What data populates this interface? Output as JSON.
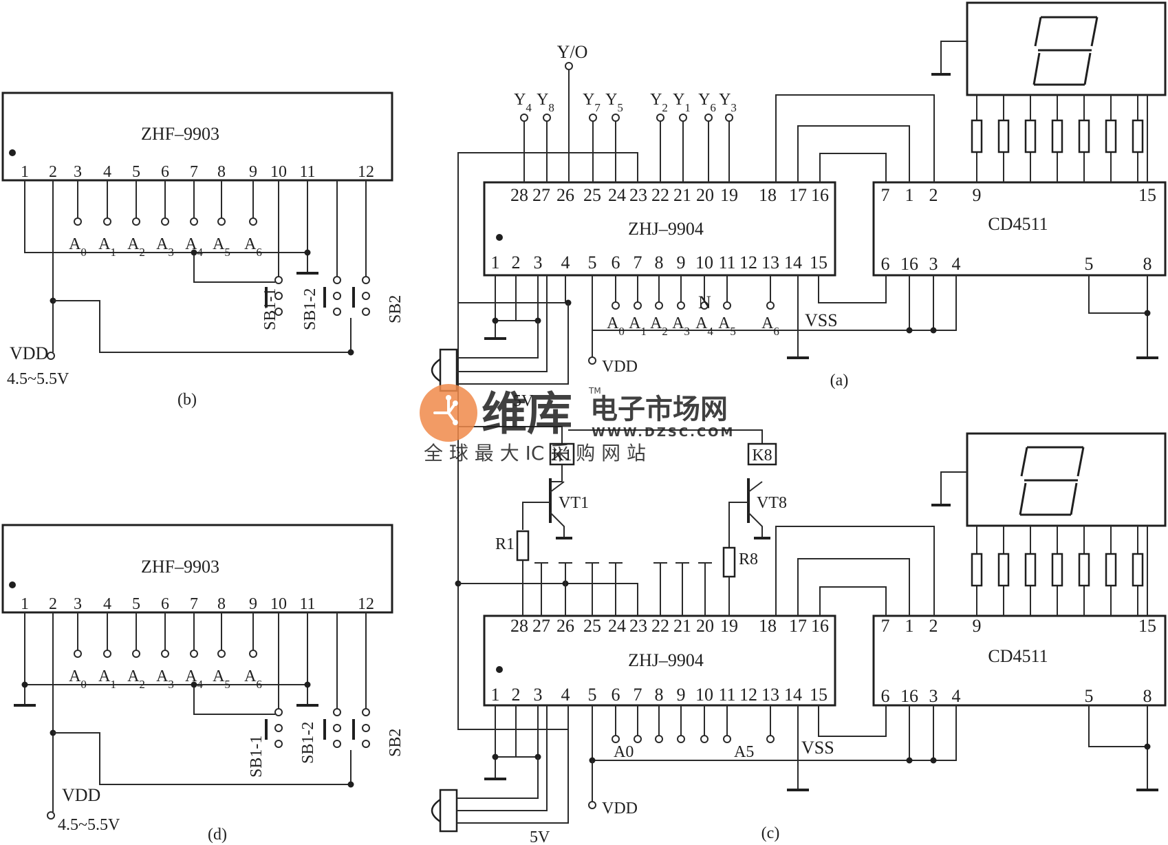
{
  "colors": {
    "ink": "#1f1f1f",
    "watermark": "#f08a4b",
    "paper": "#ffffff"
  },
  "panels": {
    "b": {
      "caption": "(b)",
      "chip": "ZHF–9903",
      "pins": [
        "1",
        "2",
        "3",
        "4",
        "5",
        "6",
        "7",
        "8",
        "9",
        "10",
        "11",
        "12"
      ],
      "inputs": [
        "A0",
        "A1",
        "A2",
        "A3",
        "A4",
        "A5",
        "A6"
      ],
      "switches": [
        "SB1-1",
        "SB1-2",
        "SB2"
      ],
      "supply": "VDD",
      "voltage": "4.5~5.5V"
    },
    "d": {
      "caption": "(d)",
      "chip": "ZHF–9903",
      "pins": [
        "1",
        "2",
        "3",
        "4",
        "5",
        "6",
        "7",
        "8",
        "9",
        "10",
        "11",
        "12"
      ],
      "inputs": [
        "A0",
        "A1",
        "A2",
        "A3",
        "A4",
        "A5",
        "A6"
      ],
      "switches": [
        "SB1-1",
        "SB1-2",
        "SB2"
      ],
      "supply": "VDD",
      "voltage": "4.5~5.5V"
    },
    "a": {
      "caption": "(a)",
      "chip": "ZHJ–9904",
      "decoder": "CD4511",
      "io": "Y/O",
      "outputs": [
        "Y4",
        "Y8",
        "Y7",
        "Y5",
        "Y2",
        "Y1",
        "Y6",
        "Y3"
      ],
      "top_pins": [
        "28",
        "27",
        "26",
        "25",
        "24",
        "23",
        "22",
        "21",
        "20",
        "19",
        "18",
        "17",
        "16"
      ],
      "bottom_pins": [
        "1",
        "2",
        "3",
        "4",
        "5",
        "6",
        "7",
        "8",
        "9",
        "10",
        "11",
        "12",
        "13",
        "14",
        "15"
      ],
      "inputs": [
        "A0",
        "A1",
        "A2",
        "A3",
        "A4",
        "A5",
        "A6"
      ],
      "n_label": "N",
      "vss": "VSS",
      "vdd": "VDD",
      "supply": "5V",
      "decoder_top_pins": [
        "7",
        "1",
        "2",
        "9",
        "15"
      ],
      "decoder_bottom_pins": [
        "6",
        "16",
        "3",
        "4",
        "5",
        "8"
      ]
    },
    "c": {
      "caption": "(c)",
      "chip": "ZHJ–9904",
      "decoder": "CD4511",
      "relays": [
        "K1",
        "K8"
      ],
      "transistors": [
        "VT1",
        "VT8"
      ],
      "resistors": [
        "R1",
        "R8"
      ],
      "inputs": [
        "A0",
        "A5"
      ],
      "vss": "VSS",
      "vdd": "VDD",
      "supply": "5V"
    }
  },
  "watermark": {
    "brand": "维库",
    "tm": "TM",
    "site": "电子市场网",
    "url": "WWW.DZSC.COM",
    "slogan": "全 球 最 大 IC 采 购 网 站"
  }
}
